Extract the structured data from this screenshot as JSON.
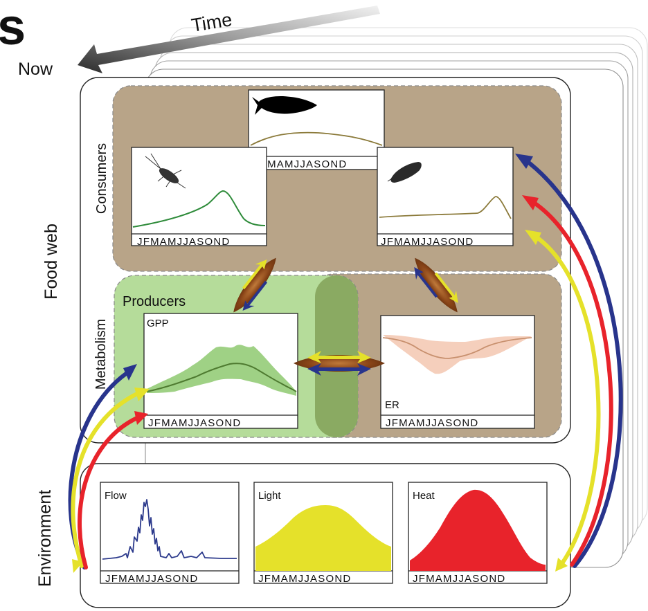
{
  "header": {
    "cut_letter": "s",
    "time_label": "Time",
    "now_label": "Now"
  },
  "side_labels": {
    "food_web": "Food web",
    "environment": "Environment",
    "consumers": "Consumers",
    "metabolism": "Metabolism"
  },
  "producers_label": "Producers",
  "months_axis": "JFMAMJJASOND",
  "panels": {
    "fish": {
      "icon": "fish-icon",
      "line_color": "#8b7a3a"
    },
    "mayfly": {
      "icon": "mayfly-icon",
      "line_color": "#2e8b3a"
    },
    "caddisfly": {
      "icon": "caddisfly-larva-icon",
      "line_color": "#8b7a3a"
    },
    "gpp": {
      "label": "GPP",
      "line_color": "#4e7a30",
      "band_color": "#7fc25c"
    },
    "er": {
      "label": "ER",
      "line_color": "#c8906e",
      "band_color": "#f3c7b0"
    },
    "flow": {
      "label": "Flow",
      "line_color": "#2c3a8c"
    },
    "light": {
      "label": "Light",
      "fill_color": "#e5e12a"
    },
    "heat": {
      "label": "Heat",
      "fill_color": "#e8232b"
    }
  },
  "colors": {
    "consumer_bg": "#b8a488",
    "producer_bg": "#b5dc9a",
    "producer_overlap": "#8aaa62",
    "arrow_blue": "#28348c",
    "arrow_red": "#e8232b",
    "arrow_yellow": "#e5e12a",
    "interaction_brown": "#7a3b14"
  }
}
